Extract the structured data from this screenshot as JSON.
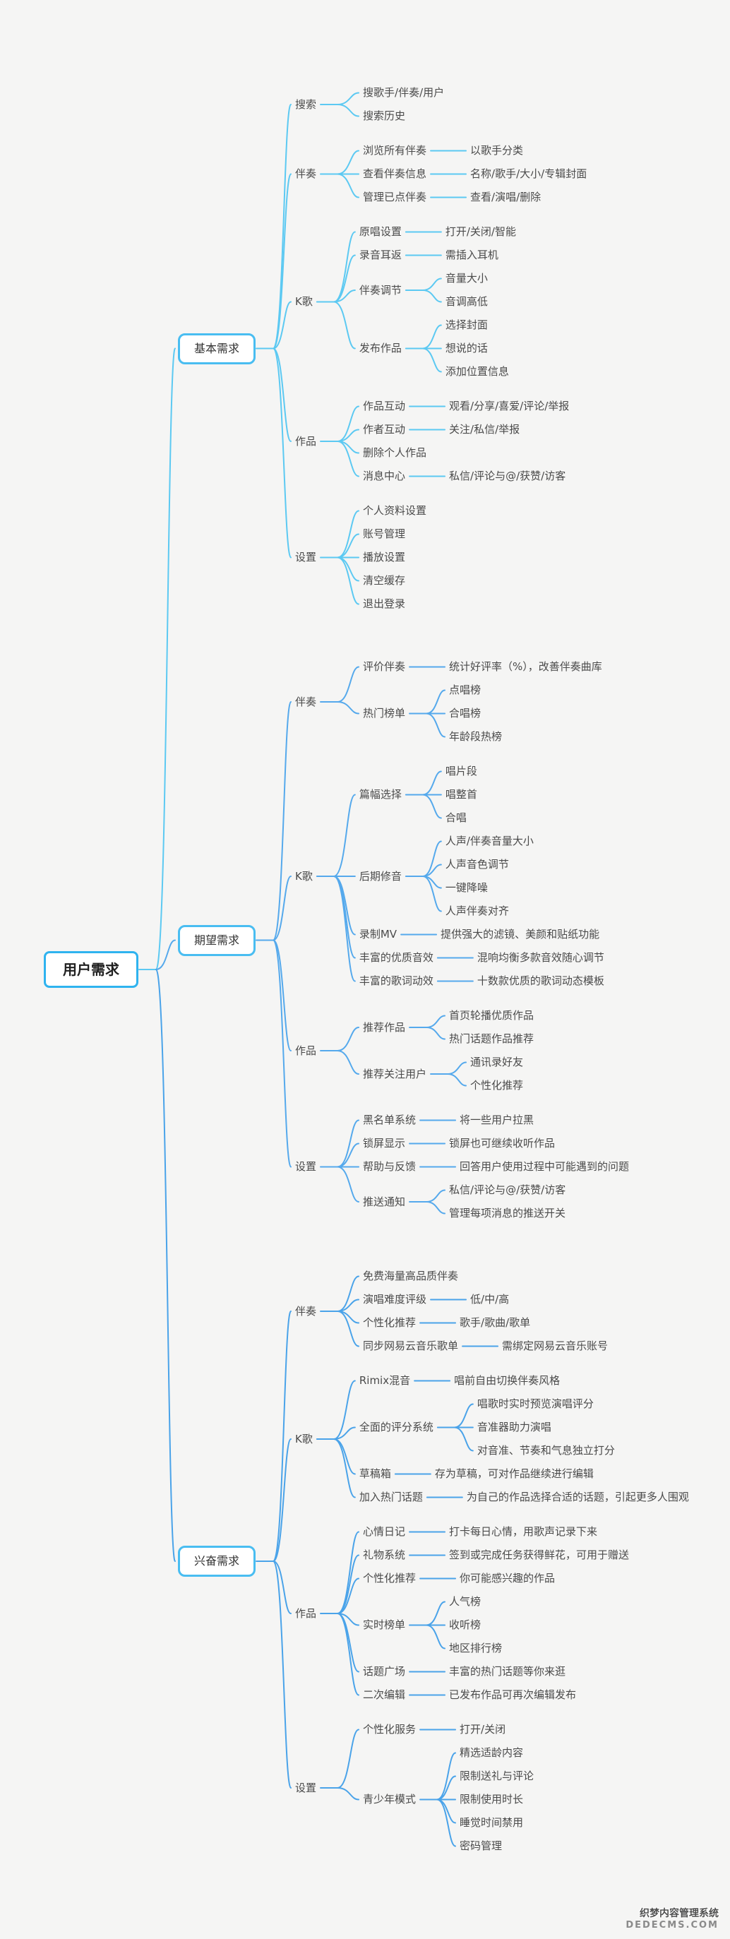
{
  "colors": {
    "background": "#f5f5f4",
    "root_border": "#2fb3ef",
    "box_border": "#49bdf1",
    "text": "#4a4a4a",
    "branch_line_colors": [
      "#5cc9f2",
      "#55a9ec",
      "#4aa3e9"
    ]
  },
  "watermark": {
    "line1": "织梦内容管理系统",
    "line2": "DEDECMS.COM"
  },
  "root": {
    "label": "用户需求",
    "children": [
      {
        "label": "基本需求",
        "children": [
          {
            "label": "搜索",
            "children": [
              {
                "label": "搜歌手/伴奏/用户"
              },
              {
                "label": "搜索历史"
              }
            ]
          },
          {
            "label": "伴奏",
            "children": [
              {
                "label": "浏览所有伴奏",
                "children": [
                  {
                    "label": "以歌手分类"
                  }
                ]
              },
              {
                "label": "查看伴奏信息",
                "children": [
                  {
                    "label": "名称/歌手/大小/专辑封面"
                  }
                ]
              },
              {
                "label": "管理已点伴奏",
                "children": [
                  {
                    "label": "查看/演唱/删除"
                  }
                ]
              }
            ]
          },
          {
            "label": "K歌",
            "children": [
              {
                "label": "原唱设置",
                "children": [
                  {
                    "label": "打开/关闭/智能"
                  }
                ]
              },
              {
                "label": "录音耳返",
                "children": [
                  {
                    "label": "需插入耳机"
                  }
                ]
              },
              {
                "label": "伴奏调节",
                "children": [
                  {
                    "label": "音量大小"
                  },
                  {
                    "label": "音调高低"
                  }
                ]
              },
              {
                "label": "发布作品",
                "children": [
                  {
                    "label": "选择封面"
                  },
                  {
                    "label": "想说的话"
                  },
                  {
                    "label": "添加位置信息"
                  }
                ]
              }
            ]
          },
          {
            "label": "作品",
            "children": [
              {
                "label": "作品互动",
                "children": [
                  {
                    "label": "观看/分享/喜爱/评论/举报"
                  }
                ]
              },
              {
                "label": "作者互动",
                "children": [
                  {
                    "label": "关注/私信/举报"
                  }
                ]
              },
              {
                "label": "删除个人作品"
              },
              {
                "label": "消息中心",
                "children": [
                  {
                    "label": "私信/评论与@/获赞/访客"
                  }
                ]
              }
            ]
          },
          {
            "label": "设置",
            "children": [
              {
                "label": "个人资料设置"
              },
              {
                "label": "账号管理"
              },
              {
                "label": "播放设置"
              },
              {
                "label": "清空缓存"
              },
              {
                "label": "退出登录"
              }
            ]
          }
        ]
      },
      {
        "label": "期望需求",
        "children": [
          {
            "label": "伴奏",
            "children": [
              {
                "label": "评价伴奏",
                "children": [
                  {
                    "label": "统计好评率（%），改善伴奏曲库"
                  }
                ]
              },
              {
                "label": "热门榜单",
                "children": [
                  {
                    "label": "点唱榜"
                  },
                  {
                    "label": "合唱榜"
                  },
                  {
                    "label": "年龄段热榜"
                  }
                ]
              }
            ]
          },
          {
            "label": "K歌",
            "children": [
              {
                "label": "篇幅选择",
                "children": [
                  {
                    "label": "唱片段"
                  },
                  {
                    "label": "唱整首"
                  },
                  {
                    "label": "合唱"
                  }
                ]
              },
              {
                "label": "后期修音",
                "children": [
                  {
                    "label": "人声/伴奏音量大小"
                  },
                  {
                    "label": "人声音色调节"
                  },
                  {
                    "label": "一键降噪"
                  },
                  {
                    "label": "人声伴奏对齐"
                  }
                ]
              },
              {
                "label": "录制MV",
                "children": [
                  {
                    "label": "提供强大的滤镜、美颜和贴纸功能"
                  }
                ]
              },
              {
                "label": "丰富的优质音效",
                "children": [
                  {
                    "label": "混响均衡多款音效随心调节"
                  }
                ]
              },
              {
                "label": "丰富的歌词动效",
                "children": [
                  {
                    "label": "十数款优质的歌词动态模板"
                  }
                ]
              }
            ]
          },
          {
            "label": "作品",
            "children": [
              {
                "label": "推荐作品",
                "children": [
                  {
                    "label": "首页轮播优质作品"
                  },
                  {
                    "label": "热门话题作品推荐"
                  }
                ]
              },
              {
                "label": "推荐关注用户",
                "children": [
                  {
                    "label": "通讯录好友"
                  },
                  {
                    "label": "个性化推荐"
                  }
                ]
              }
            ]
          },
          {
            "label": "设置",
            "children": [
              {
                "label": "黑名单系统",
                "children": [
                  {
                    "label": "将一些用户拉黑"
                  }
                ]
              },
              {
                "label": "锁屏显示",
                "children": [
                  {
                    "label": "锁屏也可继续收听作品"
                  }
                ]
              },
              {
                "label": "帮助与反馈",
                "children": [
                  {
                    "label": "回答用户使用过程中可能遇到的问题"
                  }
                ]
              },
              {
                "label": "推送通知",
                "children": [
                  {
                    "label": "私信/评论与@/获赞/访客"
                  },
                  {
                    "label": "管理每项消息的推送开关"
                  }
                ]
              }
            ]
          }
        ]
      },
      {
        "label": "兴奋需求",
        "children": [
          {
            "label": "伴奏",
            "children": [
              {
                "label": "免费海量高品质伴奏"
              },
              {
                "label": "演唱难度评级",
                "children": [
                  {
                    "label": "低/中/高"
                  }
                ]
              },
              {
                "label": "个性化推荐",
                "children": [
                  {
                    "label": "歌手/歌曲/歌单"
                  }
                ]
              },
              {
                "label": "同步网易云音乐歌单",
                "children": [
                  {
                    "label": "需绑定网易云音乐账号"
                  }
                ]
              }
            ]
          },
          {
            "label": "K歌",
            "children": [
              {
                "label": "Rimix混音",
                "children": [
                  {
                    "label": "唱前自由切换伴奏风格"
                  }
                ]
              },
              {
                "label": "全面的评分系统",
                "children": [
                  {
                    "label": "唱歌时实时预览演唱评分"
                  },
                  {
                    "label": "音准器助力演唱"
                  },
                  {
                    "label": "对音准、节奏和气息独立打分"
                  }
                ]
              },
              {
                "label": "草稿箱",
                "children": [
                  {
                    "label": "存为草稿，可对作品继续进行编辑"
                  }
                ]
              },
              {
                "label": "加入热门话题",
                "children": [
                  {
                    "label": "为自己的作品选择合适的话题，引起更多人围观"
                  }
                ]
              }
            ]
          },
          {
            "label": "作品",
            "children": [
              {
                "label": "心情日记",
                "children": [
                  {
                    "label": "打卡每日心情，用歌声记录下来"
                  }
                ]
              },
              {
                "label": "礼物系统",
                "children": [
                  {
                    "label": "签到或完成任务获得鲜花，可用于赠送"
                  }
                ]
              },
              {
                "label": "个性化推荐",
                "children": [
                  {
                    "label": "你可能感兴趣的作品"
                  }
                ]
              },
              {
                "label": "实时榜单",
                "children": [
                  {
                    "label": "人气榜"
                  },
                  {
                    "label": "收听榜"
                  },
                  {
                    "label": "地区排行榜"
                  }
                ]
              },
              {
                "label": "话题广场",
                "children": [
                  {
                    "label": "丰富的热门话题等你来逛"
                  }
                ]
              },
              {
                "label": "二次编辑",
                "children": [
                  {
                    "label": "已发布作品可再次编辑发布"
                  }
                ]
              }
            ]
          },
          {
            "label": "设置",
            "children": [
              {
                "label": "个性化服务",
                "children": [
                  {
                    "label": "打开/关闭"
                  }
                ]
              },
              {
                "label": "青少年模式",
                "children": [
                  {
                    "label": "精选适龄内容"
                  },
                  {
                    "label": "限制送礼与评论"
                  },
                  {
                    "label": "限制使用时长"
                  },
                  {
                    "label": "睡觉时间禁用"
                  },
                  {
                    "label": "密码管理"
                  }
                ]
              }
            ]
          }
        ]
      }
    ]
  }
}
